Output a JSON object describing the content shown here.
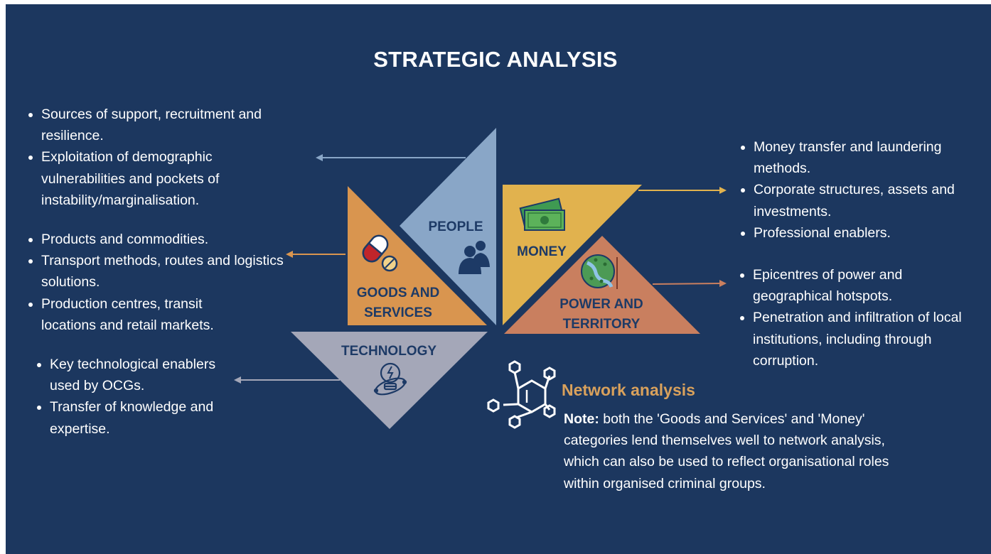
{
  "title": "STRATEGIC ANALYSIS",
  "colors": {
    "background": "#1c375f",
    "people": "#89a6c7",
    "goods": "#d9954f",
    "money": "#e1b24e",
    "power": "#c97f5f",
    "technology": "#a4a7b8",
    "accent_orange": "#d9a15c"
  },
  "categories": {
    "people": {
      "label": "PEOPLE",
      "icon": "people-icon"
    },
    "goods": {
      "label_line1": "GOODS AND",
      "label_line2": "SERVICES",
      "icon": "pills-icon"
    },
    "money": {
      "label": "MONEY",
      "icon": "banknotes-icon"
    },
    "power": {
      "label_line1": "POWER AND",
      "label_line2": "TERRITORY",
      "icon": "map-icon"
    },
    "technology": {
      "label": "TECHNOLOGY",
      "icon": "lightbulb-icon"
    }
  },
  "lists": {
    "people": [
      "Sources of support, recruitment and resilience.",
      "Exploitation of demographic vulnerabilities and pockets of instability/marginalisation."
    ],
    "goods": [
      "Products and commodities.",
      "Transport methods, routes and logistics solutions.",
      "Production centres, transit locations and retail markets."
    ],
    "technology": [
      "Key technological enablers used by OCGs.",
      "Transfer of knowledge and expertise."
    ],
    "money": [
      "Money transfer and laundering methods.",
      "Corporate structures, assets and investments.",
      "Professional enablers."
    ],
    "power": [
      "Epicentres of power and geographical hotspots.",
      "Penetration and infiltration of local institutions, including through corruption."
    ]
  },
  "network": {
    "icon": "network-icon",
    "heading": "Network analysis",
    "note_label": "Note:",
    "note_text": " both the 'Goods and Services' and 'Money' categories lend themselves well to network analysis, which can also be used to reflect organisational roles within organised criminal groups."
  }
}
